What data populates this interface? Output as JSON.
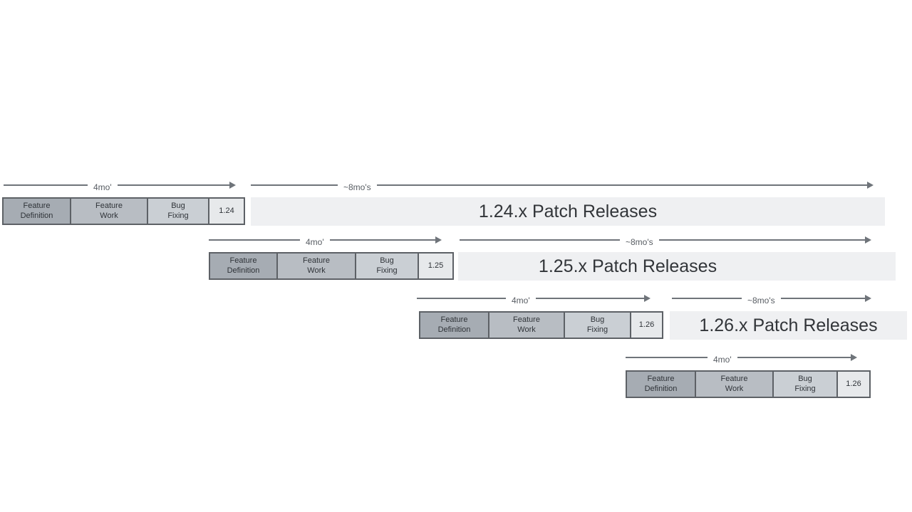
{
  "phase_labels": [
    "Feature Definition",
    "Feature Work",
    "Bug Fixing"
  ],
  "rows": [
    {
      "version": "1.24",
      "feature_duration": "4mo'",
      "patch_duration": "~8mo's",
      "patch_label": "1.24.x Patch Releases"
    },
    {
      "version": "1.25",
      "feature_duration": "4mo'",
      "patch_duration": "~8mo's",
      "patch_label": "1.25.x Patch Releases"
    },
    {
      "version": "1.26",
      "feature_duration": "4mo'",
      "patch_duration": "~8mo's",
      "patch_label": "1.26.x Patch Releases"
    },
    {
      "version": "1.26",
      "feature_duration": "4mo'"
    }
  ],
  "colors": {
    "feature_definition_fill": "#a6acb3",
    "feature_work_fill": "#b8bdc3",
    "bug_fixing_fill": "#cacfd4",
    "version_fill": "#e7e9eb",
    "box_border": "#5d6166",
    "box_text": "#2f3338",
    "patch_bar_fill": "#eff0f2",
    "patch_text": "#323539",
    "arrow": "#6f747a",
    "arrow_label": "#585d63",
    "canvas_background": "#ffffff"
  }
}
